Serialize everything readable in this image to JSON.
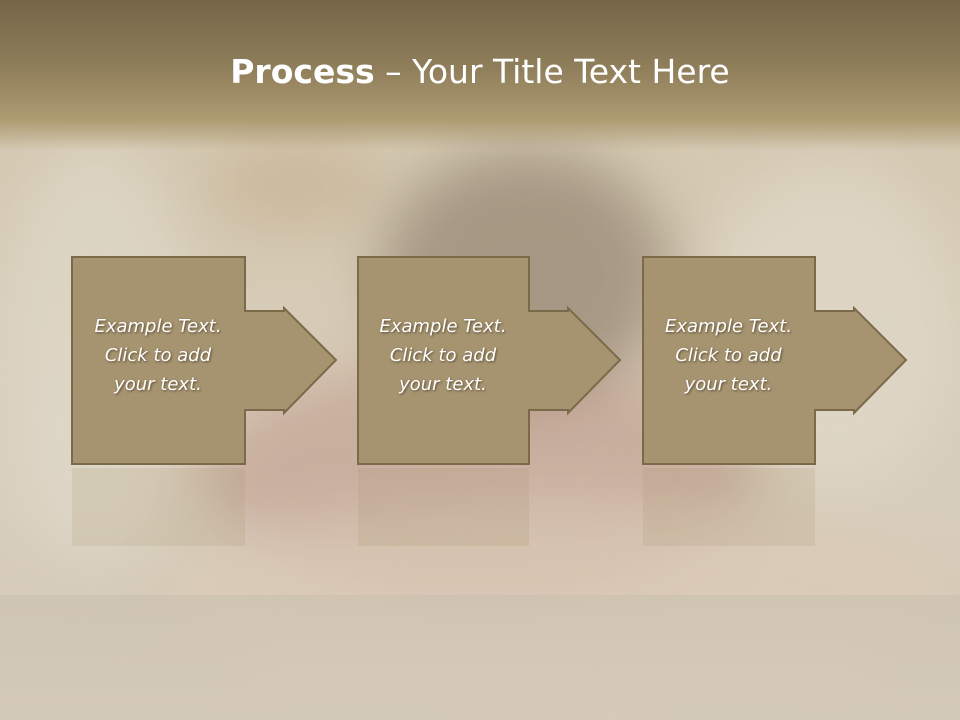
{
  "slide": {
    "title_bold": "Process",
    "title_rest": " – Your Title Text Here"
  },
  "steps": [
    {
      "text": "Example Text.\nClick  to add\nyour text."
    },
    {
      "text": "Example Text.\nClick  to add\nyour text."
    },
    {
      "text": "Example Text.\nClick  to add\nyour text."
    }
  ],
  "colors": {
    "box_fill": "#a69470",
    "box_border": "#7b6a4a",
    "title_band": "#8f7e5a",
    "text": "#ffffff"
  }
}
